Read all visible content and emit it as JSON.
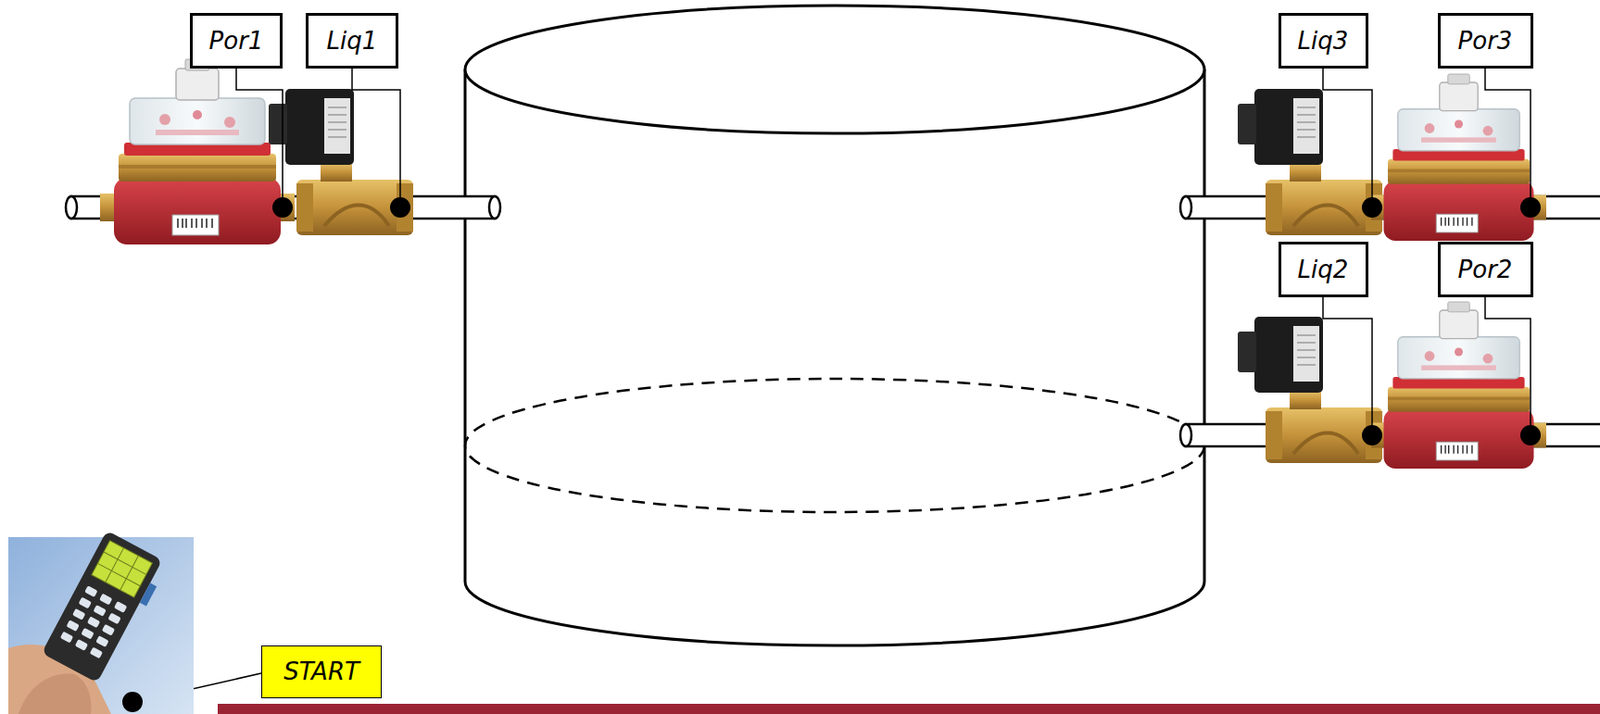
{
  "diagram": {
    "nodes": [
      {
        "text": [
          "Por1"
        ]
      },
      {
        "text": [
          "Liq1"
        ]
      },
      {
        "text": [
          "Liq3"
        ]
      },
      {
        "text": [
          "Por3"
        ]
      },
      {
        "text": [
          "Liq2"
        ]
      },
      {
        "text": [
          "Por2"
        ]
      },
      {
        "text": [
          "START"
        ]
      }
    ]
  }
}
